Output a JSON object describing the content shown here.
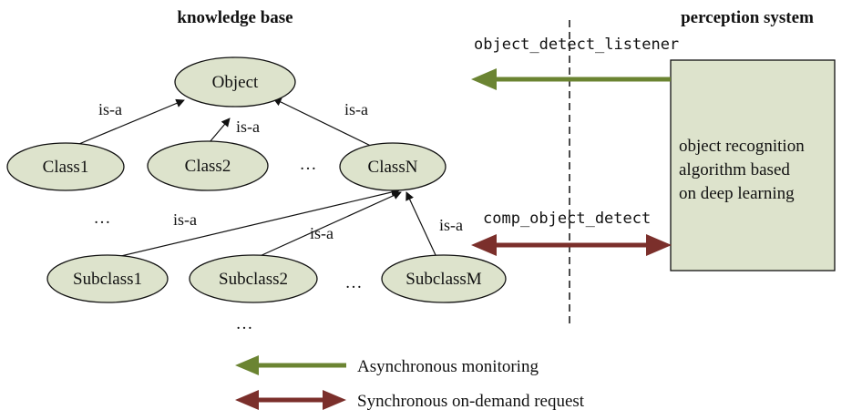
{
  "headings": {
    "knowledge_base": "knowledge base",
    "perception_system": "perception system"
  },
  "nodes": {
    "object": "Object",
    "class1": "Class1",
    "class2": "Class2",
    "classn": "ClassN",
    "subclass1": "Subclass1",
    "subclass2": "Subclass2",
    "subclassm": "SubclassM"
  },
  "ellipsis": "…",
  "edge_label": "is-a",
  "perception_box": {
    "lines": [
      "object recognition",
      "algorithm based",
      "on deep learning"
    ]
  },
  "channels": {
    "listener": "object_detect_listener",
    "detect": "comp_object_detect"
  },
  "legend": {
    "async": "Asynchronous monitoring",
    "sync": "Synchronous on-demand request"
  },
  "colors": {
    "node_fill": "#dde3cc",
    "box_fill": "#dde3cc",
    "async_arrow": "#6b8432",
    "sync_arrow": "#7b2f2b"
  }
}
